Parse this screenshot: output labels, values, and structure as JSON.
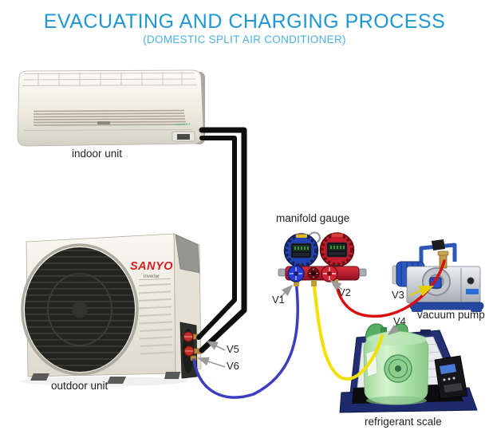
{
  "header": {
    "title": "EVACUATING AND CHARGING PROCESS",
    "subtitle": "(DOMESTIC SPLIT AIR CONDITIONER)"
  },
  "components": {
    "indoor_unit": {
      "label": "indoor unit"
    },
    "outdoor_unit": {
      "label": "outdoor unit",
      "brand": "SANYO",
      "model": "Inverter"
    },
    "manifold_gauge": {
      "label": "manifold gauge"
    },
    "vacuum_pump": {
      "label": "vacuum pump"
    },
    "refrigerant_scale": {
      "label": "refrigerant scale"
    }
  },
  "valves": {
    "v1": {
      "label": "V1",
      "location": "manifold low-side blue knob"
    },
    "v2": {
      "label": "V2",
      "location": "manifold high-side red knob"
    },
    "v3": {
      "label": "V3",
      "location": "vacuum pump inlet fitting"
    },
    "v4": {
      "label": "V4",
      "location": "refrigerant cylinder valve"
    },
    "v5": {
      "label": "V5",
      "location": "outdoor unit upper service valve"
    },
    "v6": {
      "label": "V6",
      "location": "outdoor unit lower service valve"
    }
  },
  "connections": {
    "pipes": "two black refrigerant pipes between indoor unit and outdoor unit service valves",
    "hoses": [
      {
        "color": "blue",
        "from": "manifold V1 port",
        "to": "outdoor unit V6"
      },
      {
        "color": "yellow",
        "from": "manifold center port",
        "to": "refrigerant cylinder V4"
      },
      {
        "color": "red",
        "from": "manifold V2 port",
        "to": "vacuum pump V3"
      }
    ]
  },
  "colors": {
    "title_blue": "#1e97d4",
    "subtitle_blue": "#4ab1e2",
    "pipe_black": "#0d0d0d",
    "hose_blue": "#3d3dc0",
    "hose_yellow": "#f2e000",
    "hose_red": "#d81010",
    "brand_red": "#d81e1e",
    "scale_case_blue": "#1e2a6e",
    "cylinder_green": "#9cd89c"
  }
}
